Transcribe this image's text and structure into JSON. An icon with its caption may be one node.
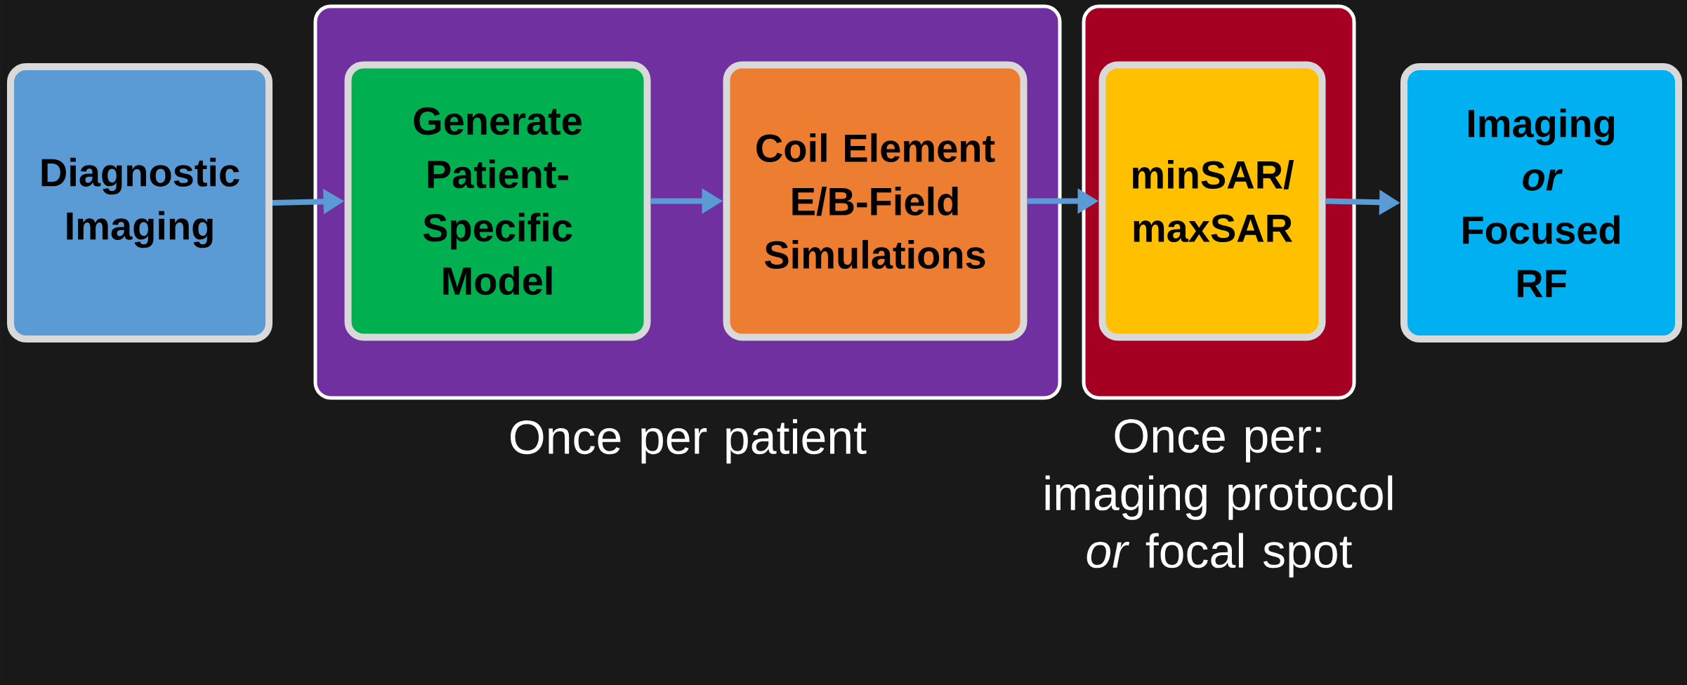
{
  "diagram": {
    "nodes": [
      {
        "text": [
          "Diagnostic Imaging"
        ]
      },
      {
        "text": [],
        "shape": "box",
        "beside": [
          "Once per patient"
        ]
      },
      {
        "text": [
          "Generate Patient-Specific Model"
        ],
        "in": 1
      },
      {
        "text": [
          "Coil Element E/B-Field Simulations"
        ],
        "in": 1
      },
      {
        "text": [],
        "shape": "box",
        "beside": [
          "Once per: imaging protocol *or* focal spot"
        ]
      },
      {
        "text": [
          "minSAR/ maxSAR"
        ],
        "in": 4
      },
      {
        "text": [
          "Imaging *or* Focused RF"
        ]
      }
    ],
    "edges": [
      {
        "from": 0,
        "to": 2,
        "arrow": "to"
      },
      {
        "from": 2,
        "to": 3,
        "arrow": "to"
      },
      {
        "from": 3,
        "to": 5,
        "arrow": "to"
      },
      {
        "from": 5,
        "to": 6,
        "arrow": "to"
      }
    ]
  }
}
